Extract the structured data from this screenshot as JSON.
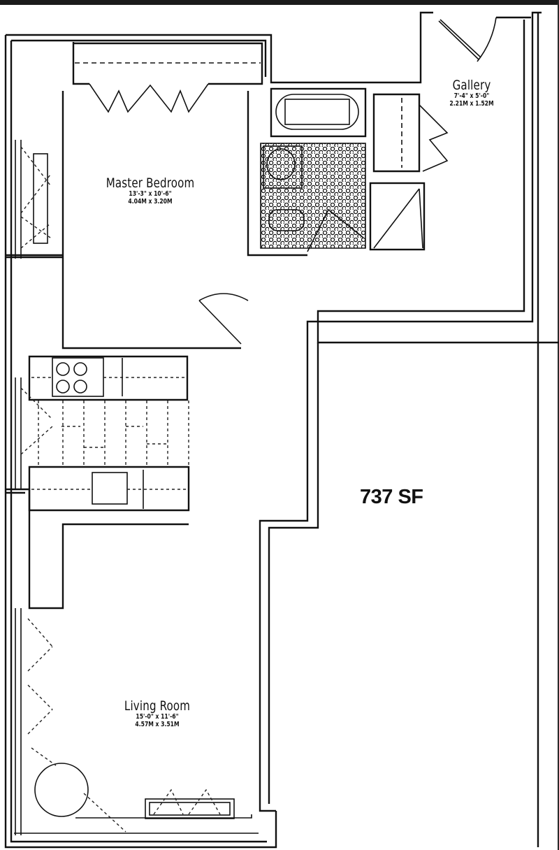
{
  "plan": {
    "total_area": "737 SF",
    "rooms": [
      {
        "id": "master-bedroom",
        "name": "Master Bedroom",
        "dims_imperial": "13'-3\" x 10'-6\"",
        "dims_metric": "4.04M x 3.20M"
      },
      {
        "id": "gallery",
        "name": "Gallery",
        "dims_imperial": "7'-4\" x 5'-0\"",
        "dims_metric": "2.21M x 1.52M"
      },
      {
        "id": "living-room",
        "name": "Living Room",
        "dims_imperial": "15'-0\" x 11'-6\"",
        "dims_metric": "4.57M x 3.51M"
      }
    ],
    "fixtures": [
      "bathtub",
      "sink",
      "toilet",
      "shower",
      "stove",
      "kitchen-sink",
      "closet",
      "round-table",
      "radiator"
    ],
    "colors": {
      "line": "#111111",
      "background": "#ffffff",
      "frame": "#1b1b1b"
    }
  }
}
